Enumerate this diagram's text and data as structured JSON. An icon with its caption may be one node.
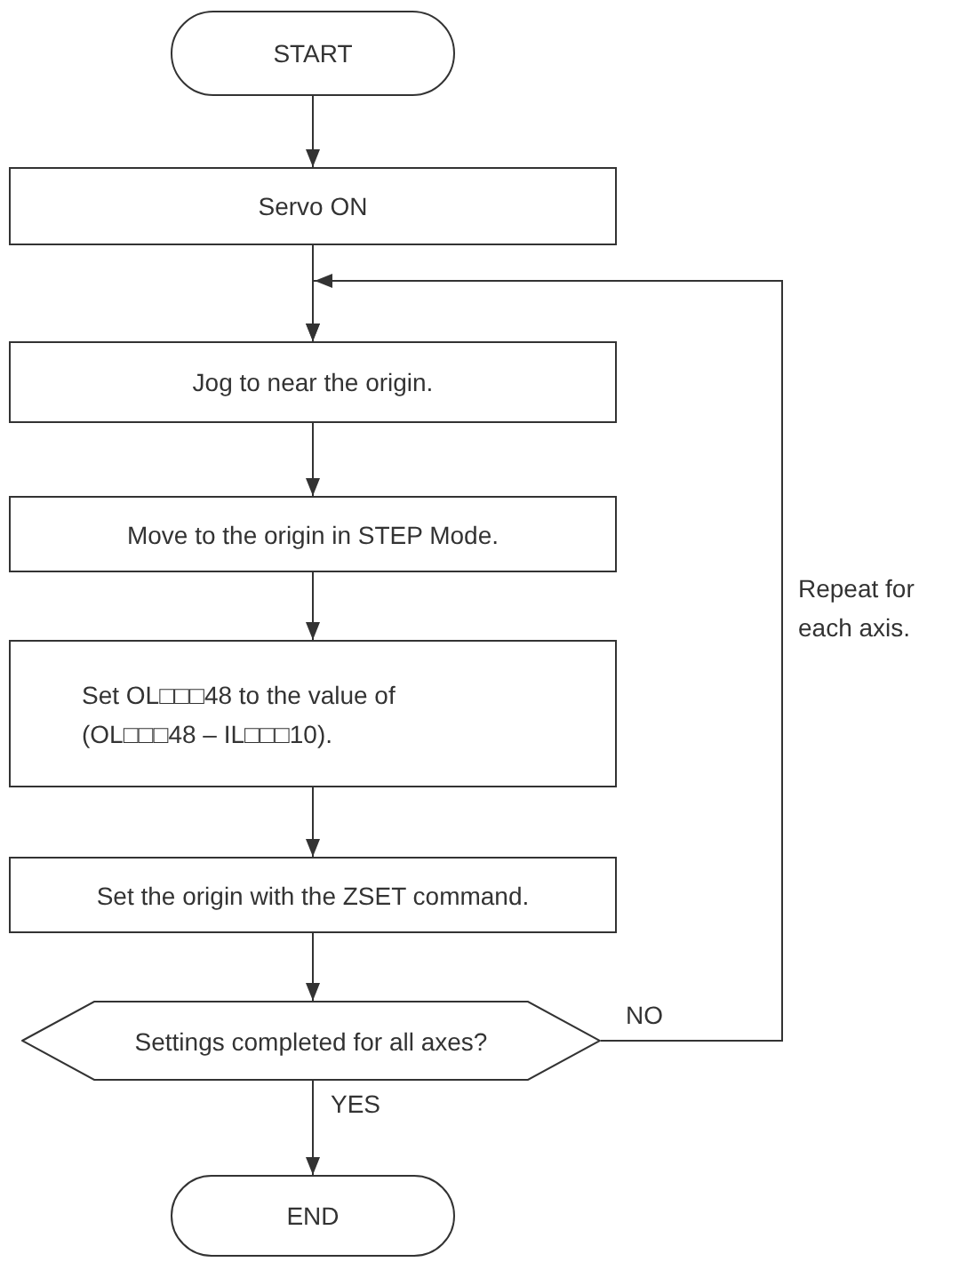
{
  "diagram": {
    "nodes": [
      {
        "text": [
          "START"
        ]
      },
      {
        "text": [
          "Servo ON"
        ]
      },
      {
        "text": [
          "Jog to near the origin."
        ]
      },
      {
        "text": [
          "Move to the origin in STEP Mode."
        ]
      },
      {
        "text": [
          "Set OL□□□48 to the value of (OL□□□48 – IL□□□10)."
        ]
      },
      {
        "text": [
          "Set the origin with the ZSET command."
        ]
      },
      {
        "text": [
          "Settings completed for all axes?"
        ]
      },
      {
        "text": [
          "END"
        ]
      }
    ],
    "edges": [
      {
        "from": 0,
        "to": 1,
        "arrow": "to"
      },
      {
        "from": 1,
        "to": 2,
        "arrow": "to"
      },
      {
        "from": 2,
        "to": 3,
        "arrow": "to"
      },
      {
        "from": 3,
        "to": 4,
        "arrow": "to"
      },
      {
        "from": 4,
        "to": 5,
        "arrow": "to"
      },
      {
        "from": 5,
        "to": 6,
        "arrow": "to"
      },
      {
        "from": 6,
        "to": 7,
        "label": "YES",
        "arrow": "to"
      },
      {
        "from": 6,
        "to": 2,
        "label": "NO",
        "arrow": "to"
      }
    ],
    "labels": [
      "Repeat for each axis."
    ]
  }
}
